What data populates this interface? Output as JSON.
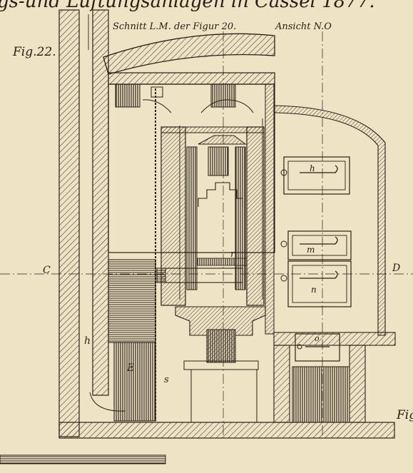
{
  "header": {
    "title_fragment": "gs-und Lüftungsanlagen in Cassel 1877.",
    "section_label": "Schnitt L.M. der Figur 20.",
    "view_label": "Ansicht N.O"
  },
  "figure": {
    "label": "Fig.22.",
    "edge_label": "Fig"
  },
  "markers": {
    "axis_left": "C",
    "axis_right": "D",
    "h_upper": "h",
    "r": "r",
    "m": "m",
    "n": "n",
    "o": "o",
    "h_flue": "h",
    "E": "E",
    "s": "s"
  },
  "colors": {
    "paper": "#efe3c6",
    "ink": "#2a2017",
    "hatch": "#3a2e22"
  }
}
